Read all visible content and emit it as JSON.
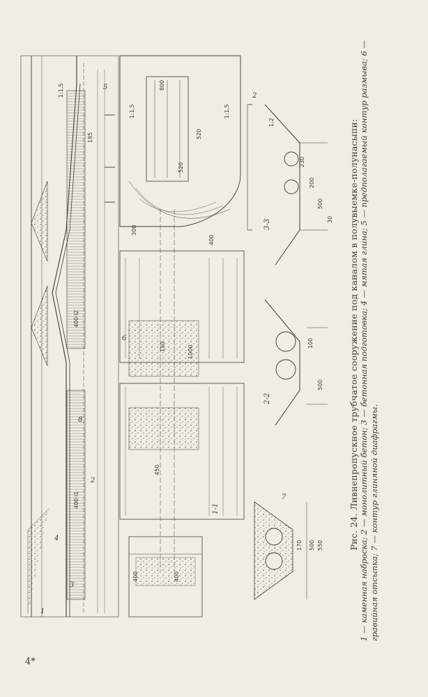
{
  "figure": {
    "caption_title": "Рис. 24. Ливнепропускное трубчатое сооружение под каналом в полувыемке-полунасыпи:",
    "caption_legend": "1 — каменная наброска; 2 — монолитный бетон; 3 — бетонная подготовка; 4 — мятая глина; 5 — предполагаемый контур размыва; 6 — гравийная отсыпка; 7 — контур глиняной диафрагмы."
  },
  "page_number": "4*",
  "sections": {
    "s11": "1-1",
    "s22": "2-2",
    "s33": "3-3"
  },
  "labels": {
    "l1": "1",
    "l2": "2",
    "l3": "3",
    "l4": "4",
    "l5": "5",
    "l6": "6",
    "l7": "7",
    "l8": "8",
    "dim_400i1": "400·i1",
    "dim_400i2": "400·i2",
    "dim_800": "800",
    "dim_520a": "520",
    "dim_520b": "520",
    "dim_1000": "1000",
    "dim_150": "150",
    "dim_450": "450",
    "dim_400a": "400",
    "dim_400b": "400",
    "dim_400c": "400",
    "dim_300": "300",
    "dim_500a": "500",
    "dim_500b": "500",
    "dim_500c": "500",
    "dim_550": "550",
    "dim_230": "230",
    "dim_200": "200",
    "dim_170": "170",
    "dim_100": "100",
    "dim_30": "30",
    "dim_185": "185",
    "slope_a": "1:1,5",
    "slope_b": "1:1,5",
    "slope_c": "1:1,5",
    "slope_d": "1:2"
  }
}
